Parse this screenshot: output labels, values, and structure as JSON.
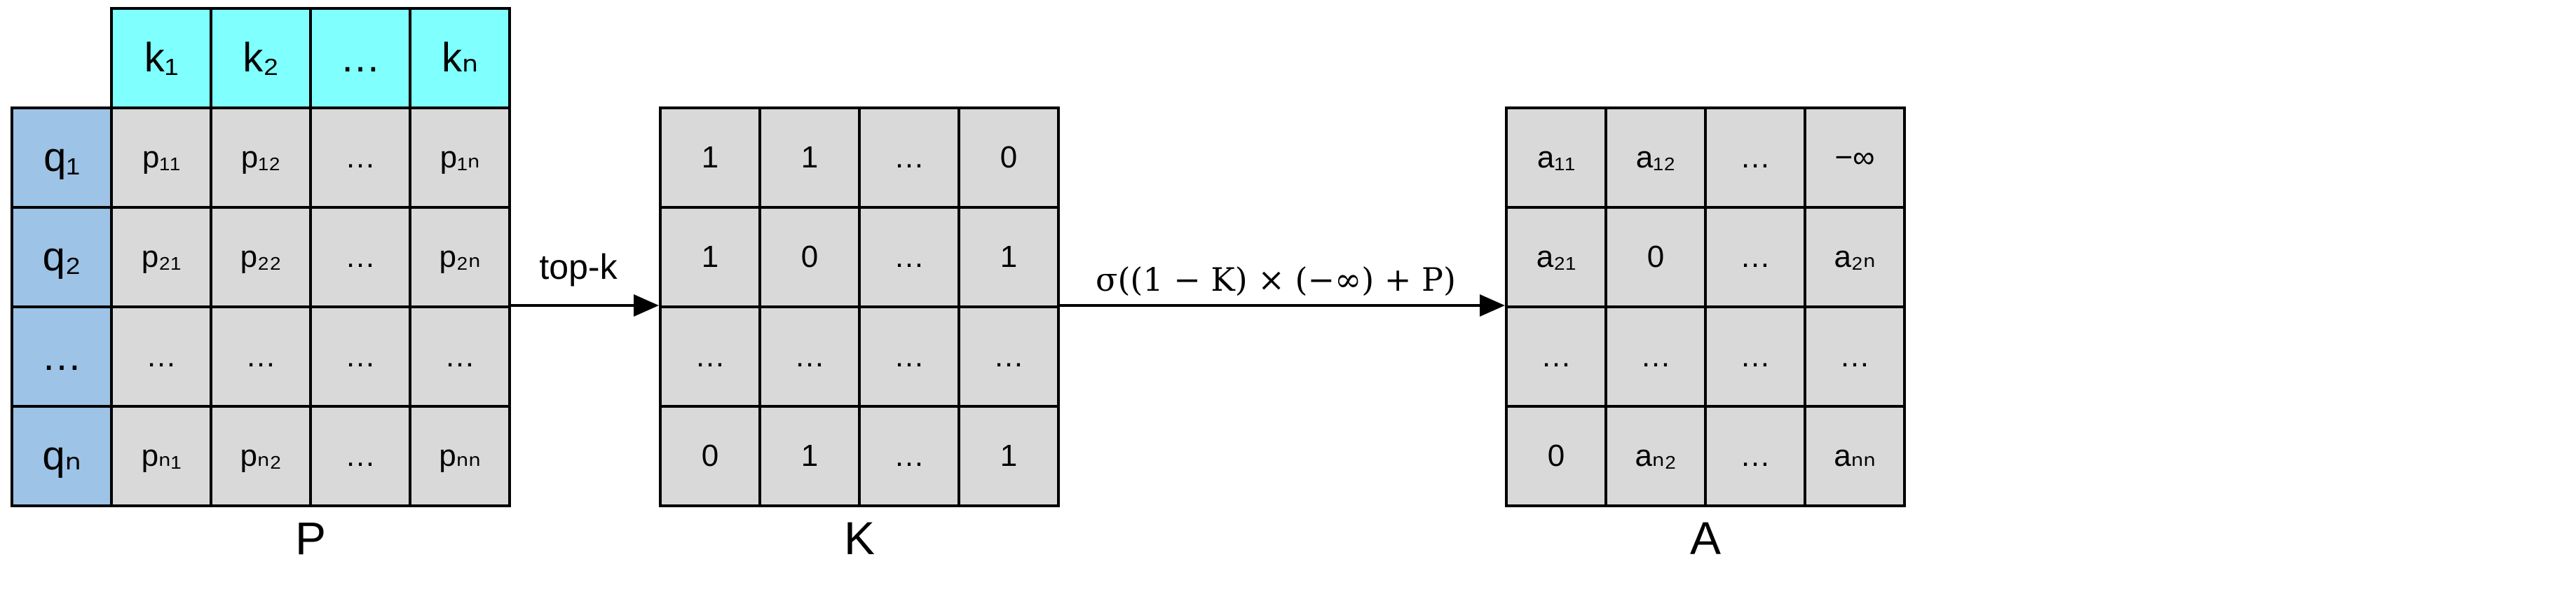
{
  "matrix_p": {
    "keys": [
      "k₁",
      "k₂",
      "…",
      "kₙ"
    ],
    "queries": [
      "q₁",
      "q₂",
      "…",
      "qₙ"
    ],
    "rows": [
      [
        "p₁₁",
        "p₁₂",
        "…",
        "p₁ₙ"
      ],
      [
        "p₂₁",
        "p₂₂",
        "…",
        "p₂ₙ"
      ],
      [
        "…",
        "…",
        "…",
        "…"
      ],
      [
        "pₙ₁",
        "pₙ₂",
        "…",
        "pₙₙ"
      ]
    ],
    "caption": "P"
  },
  "matrix_k": {
    "rows": [
      [
        "1",
        "1",
        "…",
        "0"
      ],
      [
        "1",
        "0",
        "…",
        "1"
      ],
      [
        "…",
        "…",
        "…",
        "…"
      ],
      [
        "0",
        "1",
        "…",
        "1"
      ]
    ],
    "caption": "K"
  },
  "matrix_a": {
    "rows": [
      [
        "a₁₁",
        "a₁₂",
        "…",
        "−∞"
      ],
      [
        "a₂₁",
        "0",
        "…",
        "a₂ₙ"
      ],
      [
        "…",
        "…",
        "…",
        "…"
      ],
      [
        "0",
        "aₙ₂",
        "…",
        "aₙₙ"
      ]
    ],
    "caption": "A"
  },
  "arrows": {
    "topk": "top-k",
    "formula": "σ((1 − K) × (−∞) + P)"
  }
}
